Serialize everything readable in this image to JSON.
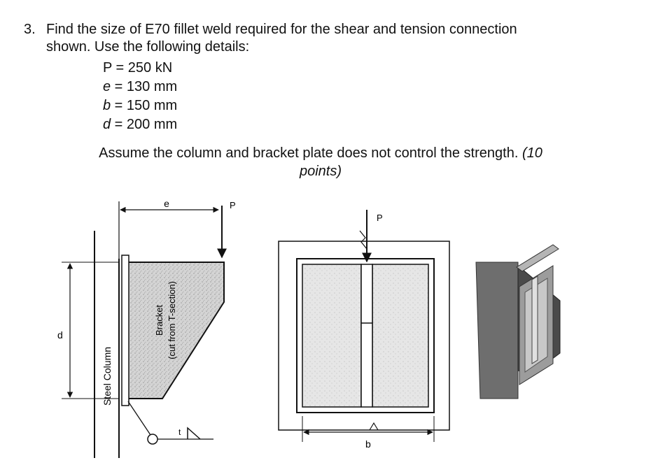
{
  "question": {
    "number": "3.",
    "line1": "Find the size of E70 fillet weld required for the shear and tension connection",
    "line2": "shown. Use the following details:"
  },
  "params": [
    {
      "var": "P",
      "rest": " = 250 kN"
    },
    {
      "var": "e",
      "rest": " = 130 mm"
    },
    {
      "var": "b",
      "rest": " = 150 mm"
    },
    {
      "var": "d",
      "rest": " = 200 mm"
    }
  ],
  "assume": {
    "text": "Assume the column and bracket plate does not control the strength. ",
    "points_a": "(10",
    "points_b": "points)"
  },
  "figure": {
    "label_e": "e",
    "label_p_left": "P",
    "label_p_mid": "P",
    "label_d": "d",
    "label_b": "b",
    "label_t": "t",
    "steel_column": "Steel Column",
    "bracket": "Bracket",
    "cut_from": "(cut from T-section)"
  }
}
